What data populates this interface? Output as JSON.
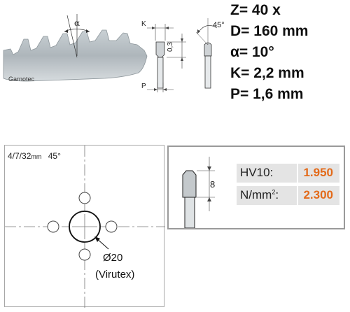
{
  "specs": {
    "z": "Z= 40 x",
    "d": "D= 160 mm",
    "alpha": "α= 10°",
    "k": "K= 2,2 mm",
    "p": "P= 1,6 mm"
  },
  "blade_profile": {
    "brand": "Garnotec",
    "angle_symbol": "α"
  },
  "tooth_section": {
    "k_label": "K",
    "p_label": "P",
    "height_label": "0,3",
    "bevel_angle": "45°"
  },
  "holes": {
    "pattern": "4/7/32",
    "unit": "mm",
    "angle": "45°",
    "bore_diameter": "Ø20",
    "bore_note": "(Virutex)"
  },
  "hardness": {
    "tip_height": "8",
    "rows": [
      {
        "key": "HV10:",
        "value": "1.950"
      },
      {
        "key": "N/mm",
        "key_sup": "2",
        "key_tail": ":",
        "value": "2.300"
      }
    ]
  },
  "colors": {
    "accent": "#e36b1b",
    "blade_gray": "#aeb6bb",
    "row_bg": "#e4e4e4"
  }
}
